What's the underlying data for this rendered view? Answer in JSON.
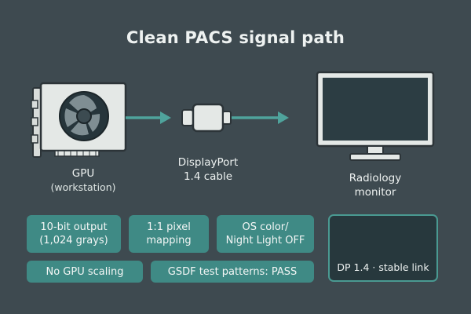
{
  "title": "Clean PACS signal path",
  "gpu": {
    "label": "GPU",
    "sublabel": "(workstation)"
  },
  "cable": {
    "label_line1": "DisplayPort",
    "label_line2": "1.4 cable"
  },
  "monitor": {
    "label_line1": "Radiology",
    "label_line2": "monitor"
  },
  "features": [
    {
      "line1": "10-bit output",
      "line2": "(1,024 grays)"
    },
    {
      "line1": "1:1 pixel",
      "line2": "mapping"
    },
    {
      "line1": "OS color/",
      "line2": "Night Light OFF"
    },
    {
      "line1": "No GPU scaling"
    },
    {
      "line1": "GSDF test patterns: PASS"
    }
  ],
  "badge": {
    "label": "DP 1.4 · stable link"
  },
  "colors": {
    "background": "#3e4a50",
    "accent": "#3f8a85",
    "line": "#4fa39c",
    "device_fill": "#e4e8e6",
    "screen": "#2c3d43"
  },
  "icons": [
    "gpu-card-icon",
    "displayport-connector-icon",
    "monitor-icon",
    "displayport-port-icon"
  ]
}
